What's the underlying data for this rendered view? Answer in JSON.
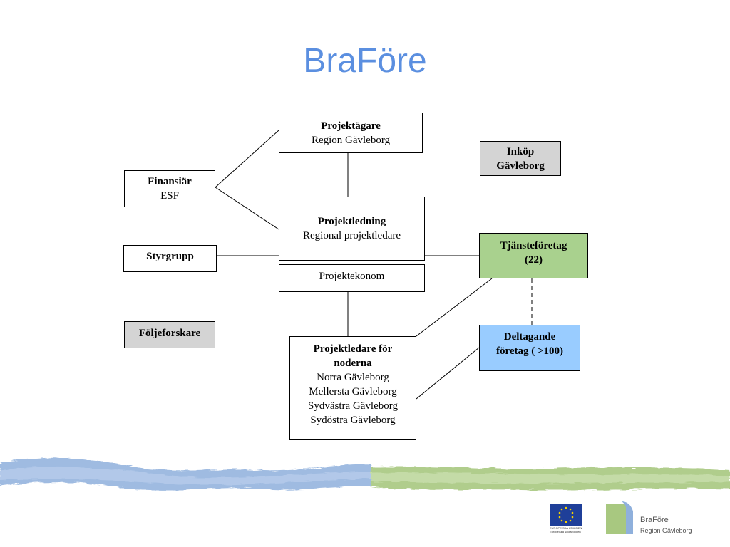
{
  "title": "BraFöre",
  "boxes": {
    "projektagare": {
      "title": "Projektägare",
      "sub": "Region Gävleborg"
    },
    "finansiar": {
      "title": "Finansiär",
      "sub": "ESF"
    },
    "inkop": {
      "line1": "Inköp",
      "line2": "Gävleborg"
    },
    "projektledning": {
      "title": "Projektledning",
      "sub": "Regional projektledare"
    },
    "styrgrupp": {
      "title": "Styrgrupp"
    },
    "tjansteforetag": {
      "line1": "Tjänsteföretag",
      "line2": "(22)"
    },
    "projektekonom": {
      "title": "Projektekonom"
    },
    "foljeforskare": {
      "title": "Följeforskare"
    },
    "deltagande": {
      "line1": "Deltagande",
      "line2": "företag ( >100)"
    },
    "noder": {
      "title1": "Projektledare för",
      "title2": "noderna",
      "items": [
        "Norra Gävleborg",
        "Mellersta Gävleborg",
        "Sydvästra Gävleborg",
        "Sydöstra Gävleborg"
      ]
    }
  },
  "colors": {
    "title": "#5b8fe0",
    "gray_box": "#d4d4d4",
    "green_box": "#a9d18e",
    "blue_box": "#99ccff",
    "wave_blue": "#8fb0dc",
    "wave_green": "#a8c880"
  },
  "logos": {
    "eu_text1": "EUROPEISKA UNIONEN",
    "eu_text2": "Europeiska socialfonden",
    "brand_name": "BraFöre",
    "brand_sub": "Region Gävleborg"
  }
}
